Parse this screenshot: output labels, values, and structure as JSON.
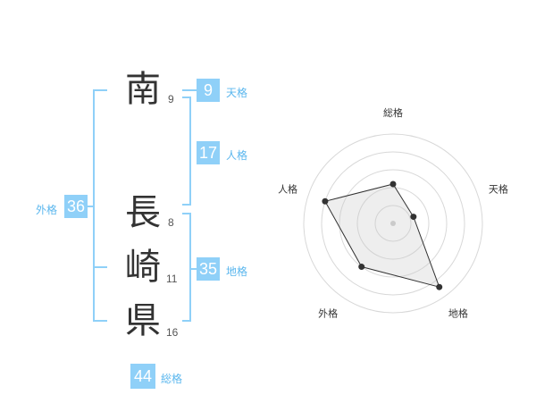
{
  "name_characters": [
    {
      "char": "南",
      "strokes": "9"
    },
    {
      "char": "長",
      "strokes": "8"
    },
    {
      "char": "崎",
      "strokes": "11"
    },
    {
      "char": "県",
      "strokes": "16"
    }
  ],
  "fortune": {
    "tenkaku": {
      "value": "9",
      "label": "天格"
    },
    "jinkaku": {
      "value": "17",
      "label": "人格"
    },
    "chikaku": {
      "value": "35",
      "label": "地格"
    },
    "gaikaku": {
      "value": "36",
      "label": "外格"
    },
    "soukaku": {
      "value": "44",
      "label": "総格"
    }
  },
  "colors": {
    "accent": "#8fd0f8",
    "accent_text": "#5bb7ee"
  },
  "chart_data": {
    "type": "radar",
    "axes": [
      "総格",
      "天格",
      "地格",
      "外格",
      "人格"
    ],
    "levels": 5,
    "values": [
      2.2,
      1.2,
      4.4,
      3.0,
      4.0
    ],
    "max": 5
  }
}
